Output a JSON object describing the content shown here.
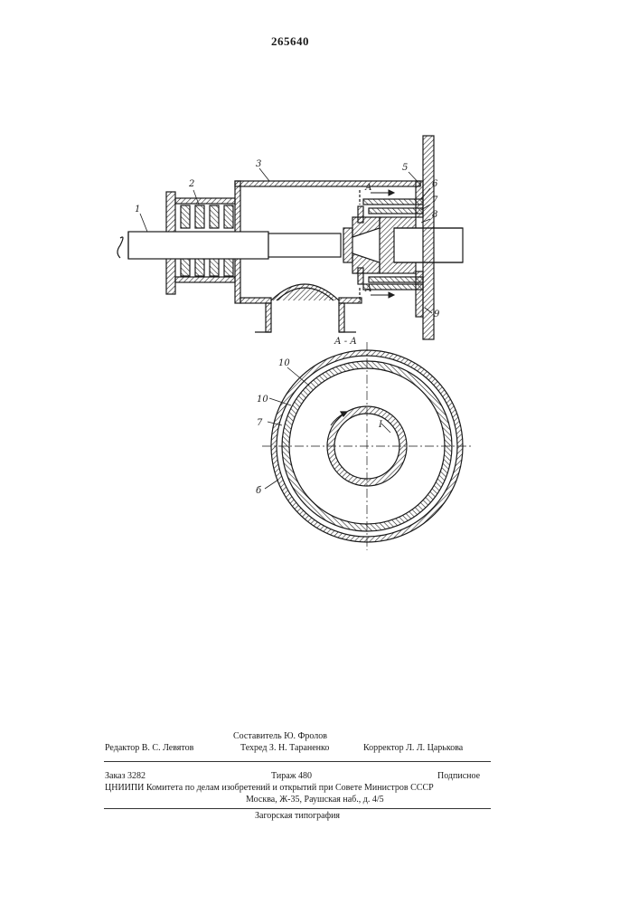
{
  "patent_number": "265640",
  "drawing_labels": {
    "n1": "1",
    "n2": "2",
    "n3": "3",
    "n5": "5",
    "n6": "6",
    "n7": "7",
    "n8": "8",
    "n9": "9",
    "section_a_top": "А",
    "section_a_bottom": "А",
    "section_aa": "А - А",
    "n10a": "10",
    "n10b": "10",
    "n7b": "7",
    "n6b": "б",
    "n1b": "I"
  },
  "imprint": {
    "compiler": "Составитель Ю. Фролов",
    "editor": "Редактор В. С. Левятов",
    "techred": "Техред З. Н. Тараненко",
    "corrector": "Корректор Л. Л. Царькова",
    "order": "Заказ 3282",
    "circulation": "Тираж 480",
    "subscription": "Подписное",
    "institute": "ЦНИИПИ Комитета по делам изобретений и открытий при Совете Министров СССР",
    "address": "Москва, Ж-35, Раушская наб., д. 4/5",
    "printer": "Загорская типография"
  }
}
